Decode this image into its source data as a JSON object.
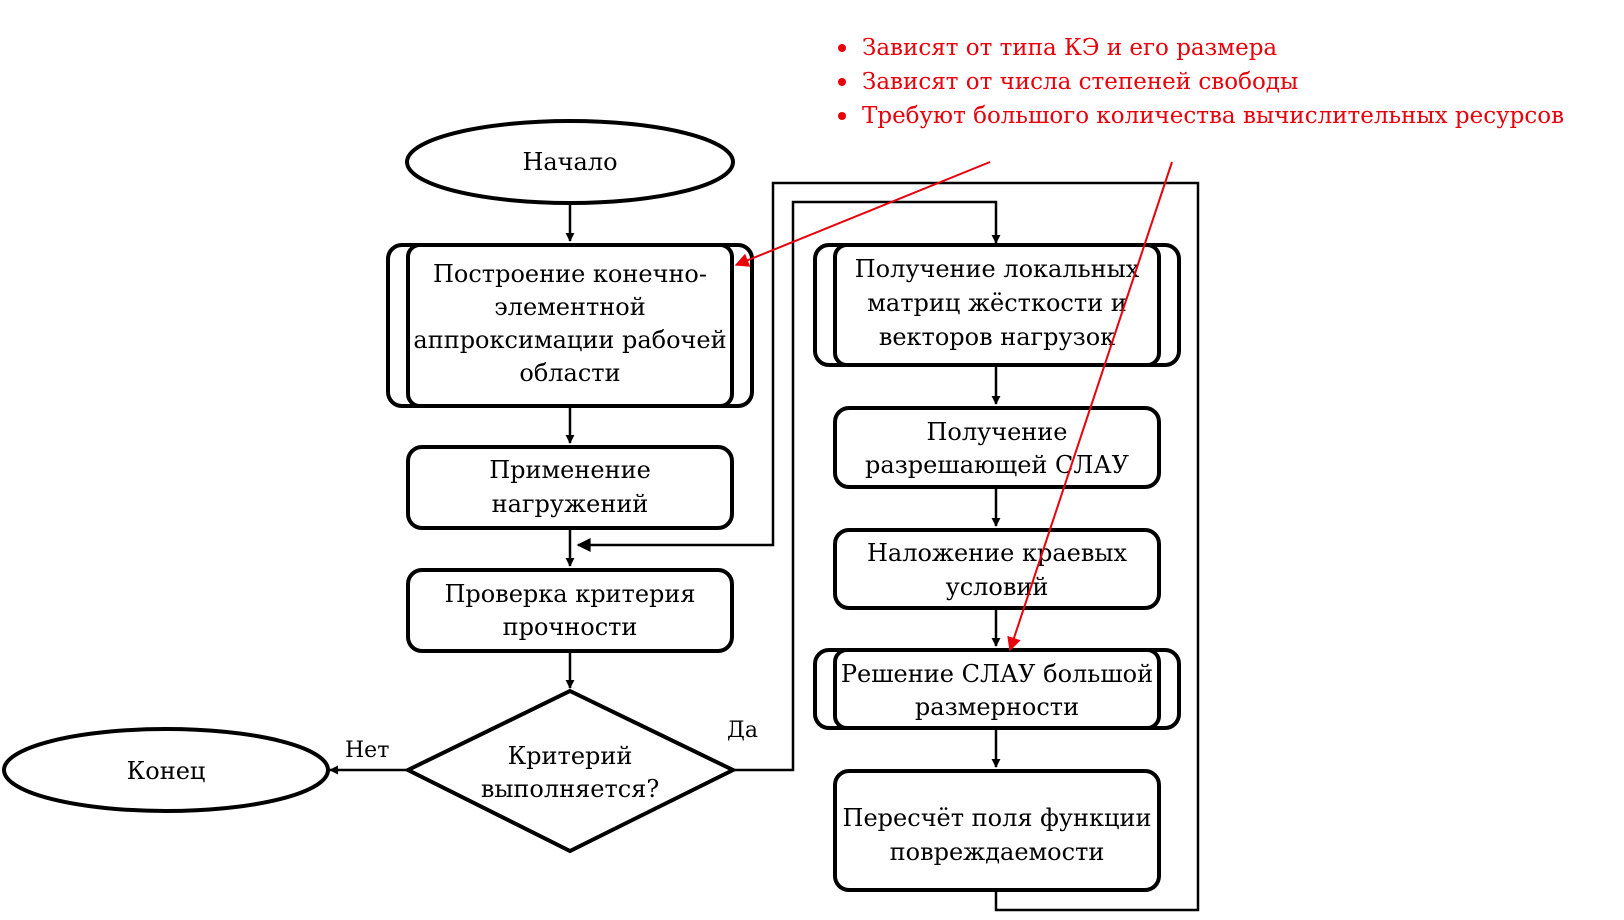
{
  "notes": {
    "items": [
      "Зависят от типа КЭ и его размера",
      "Зависят от числа степеней свободы",
      "Требуют большого количества вычислительных ресурсов"
    ],
    "color": "#e8000b"
  },
  "nodes": {
    "start": {
      "label": "Начало"
    },
    "build_mesh": {
      "lines": [
        "Построение конечно-",
        "элементной",
        "аппроксимации рабочей",
        "области"
      ]
    },
    "apply_loads": {
      "lines": [
        "Применение",
        "нагружений"
      ]
    },
    "check_strength": {
      "lines": [
        "Проверка критерия",
        "прочности"
      ]
    },
    "decision": {
      "lines": [
        "Критерий",
        "выполняется?"
      ]
    },
    "end": {
      "label": "Конец"
    },
    "local_matrices": {
      "lines": [
        "Получение локальных",
        "матриц жёсткости и",
        "векторов нагрузок"
      ]
    },
    "global_slau": {
      "lines": [
        "Получение",
        "разрешающей СЛАУ"
      ]
    },
    "boundary": {
      "lines": [
        "Наложение краевых",
        "условий"
      ]
    },
    "solve_slau": {
      "lines": [
        "Решение СЛАУ большой",
        "размерности"
      ]
    },
    "damage": {
      "lines": [
        "Пересчёт поля функции",
        "повреждаемости"
      ]
    }
  },
  "branches": {
    "no": "Нет",
    "yes": "Да"
  }
}
